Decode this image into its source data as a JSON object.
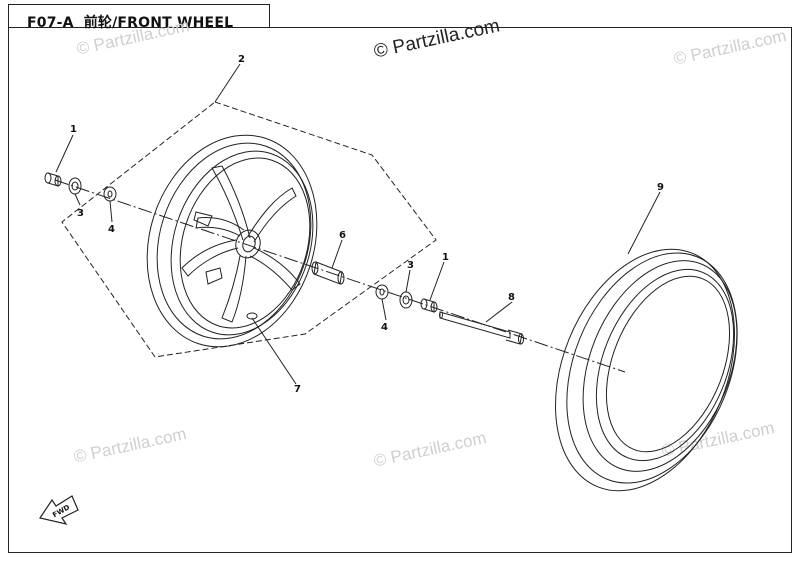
{
  "title": {
    "code": "F07-A",
    "name": "前轮/FRONT WHEEL"
  },
  "watermarks": {
    "main": "© Partzilla.com",
    "faint": "© Partzilla.com"
  },
  "callouts": [
    "1",
    "2",
    "3",
    "4",
    "6",
    "3",
    "1",
    "4",
    "8",
    "9",
    "7"
  ],
  "fwd_label": "FWD",
  "colors": {
    "line": "#222222",
    "watermark": "#cfcfcf"
  }
}
